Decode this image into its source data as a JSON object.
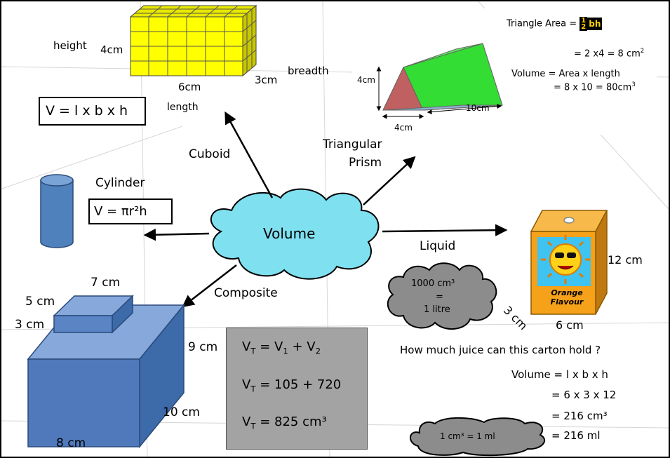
{
  "center": {
    "label": "Volume"
  },
  "cuboid": {
    "branch_label": "Cuboid",
    "formula": "V = l x b x h",
    "height_word": "height",
    "height_value": "4cm",
    "length_value": "6cm",
    "length_word": "length",
    "breadth_value": "3cm",
    "breadth_word": "breadth"
  },
  "prism": {
    "branch_label_line1": "Triangular",
    "branch_label_line2": "Prism",
    "height_value": "4cm",
    "base_value": "4cm",
    "length_value": "10cm",
    "area_label": "Triangle Area =",
    "fraction_num": "1",
    "fraction_den": "2",
    "fraction_var": "bh",
    "area_calc": "= 2 x4 = 8 cm",
    "area_unit_power": "2",
    "volume_line1": "Volume = Area x length",
    "volume_line2": "= 8 x 10 = 80cm",
    "volume_unit_power": "3"
  },
  "cylinder": {
    "name": "Cylinder",
    "formula": "V = πr²h"
  },
  "liquid": {
    "branch_label": "Liquid",
    "cloud_line1": "1000 cm³",
    "cloud_line2": "=",
    "cloud_line3": "1 litre",
    "small_cloud": "1 cm³ = 1 ml",
    "carton_text_line1": "Orange",
    "carton_text_line2": "Flavour",
    "height_value": "12 cm",
    "depth_value": "3 cm",
    "width_value": "6 cm",
    "question": "How much juice can this carton hold ?",
    "calc_line1": "Volume = l x b x h",
    "calc_line2": "= 6 x 3 x 12",
    "calc_line3": "= 216 cm³",
    "calc_line4": "= 216 ml"
  },
  "composite": {
    "branch_label": "Composite",
    "top_width": "7 cm",
    "top_depth": "5 cm",
    "top_height": "3 cm",
    "bottom_height": "9 cm",
    "bottom_depth": "10 cm",
    "bottom_width": "8 cm",
    "sum_symbol": "V",
    "sum_sub": "T",
    "line1_rhs": "= V",
    "line1_sub1": "1",
    "line1_plus": " + V",
    "line1_sub2": "2",
    "line2_rhs": "= 105 + 720",
    "line3_rhs": "= 825 cm³"
  },
  "colors": {
    "cuboid_fill": "#ffff00",
    "cloud_fill": "#7fe0f0",
    "prism_green": "#22cc22",
    "prism_red": "#c06060",
    "prism_blue": "#8fb0d0",
    "cylinder_fill": "#4f81bd",
    "composite_fill": "#5b84c4",
    "carton_fill": "#f5a11a",
    "grey_cloud": "#8c8c8c",
    "grey_box": "#a3a3a3"
  }
}
